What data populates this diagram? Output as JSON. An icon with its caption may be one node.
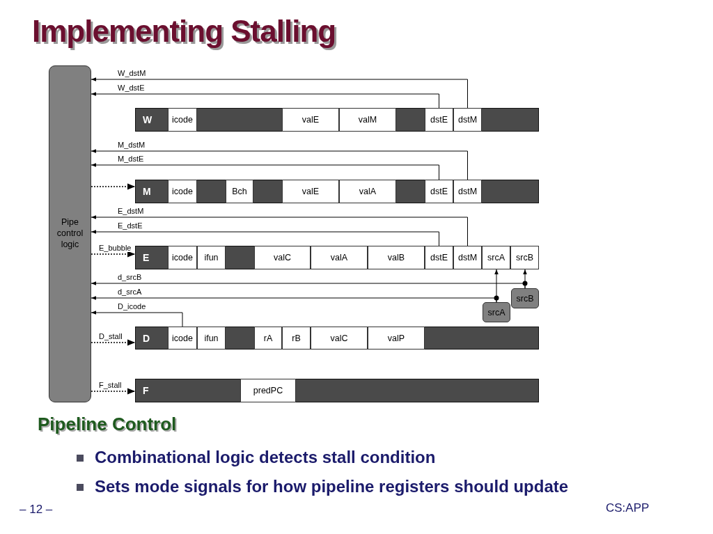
{
  "diagram": {
    "title": "Implementing Stalling",
    "nodes": [
      {
        "text": [
          "Pipe control logic"
        ]
      },
      {
        "text": [
          "W"
        ]
      },
      {
        "text": [
          "icode"
        ],
        "in": 1
      },
      {
        "text": [
          "valE"
        ],
        "in": 1
      },
      {
        "text": [
          "valM"
        ],
        "in": 1
      },
      {
        "text": [
          "dstE"
        ],
        "in": 1
      },
      {
        "text": [
          "dstM"
        ],
        "in": 1
      },
      {
        "text": [
          "M"
        ]
      },
      {
        "text": [
          "icode"
        ],
        "in": 7
      },
      {
        "text": [
          "Bch"
        ],
        "in": 7
      },
      {
        "text": [
          "valE"
        ],
        "in": 7
      },
      {
        "text": [
          "valA"
        ],
        "in": 7
      },
      {
        "text": [
          "dstE"
        ],
        "in": 7
      },
      {
        "text": [
          "dstM"
        ],
        "in": 7
      },
      {
        "text": [
          "E"
        ]
      },
      {
        "text": [
          "icode"
        ],
        "in": 14
      },
      {
        "text": [
          "ifun"
        ],
        "in": 14
      },
      {
        "text": [
          "valC"
        ],
        "in": 14
      },
      {
        "text": [
          "valA"
        ],
        "in": 14
      },
      {
        "text": [
          "valB"
        ],
        "in": 14
      },
      {
        "text": [
          "dstE"
        ],
        "in": 14
      },
      {
        "text": [
          "dstM"
        ],
        "in": 14
      },
      {
        "text": [
          "srcA"
        ],
        "in": 14
      },
      {
        "text": [
          "srcB"
        ],
        "in": 14
      },
      {
        "text": [
          "srcB"
        ]
      },
      {
        "text": [
          "srcA"
        ]
      },
      {
        "text": [
          "D"
        ]
      },
      {
        "text": [
          "icode"
        ],
        "in": 26
      },
      {
        "text": [
          "ifun"
        ],
        "in": 26
      },
      {
        "text": [
          "rA"
        ],
        "in": 26
      },
      {
        "text": [
          "rB"
        ],
        "in": 26
      },
      {
        "text": [
          "valC"
        ],
        "in": 26
      },
      {
        "text": [
          "valP"
        ],
        "in": 26
      },
      {
        "text": [
          "F"
        ]
      },
      {
        "text": [
          "predPC"
        ],
        "in": 33
      }
    ],
    "edges": [
      {
        "from": 6,
        "to": 0,
        "arrow": "to",
        "label": "W_dstM"
      },
      {
        "from": 5,
        "to": 0,
        "arrow": "to",
        "label": "W_dstE"
      },
      {
        "from": 13,
        "to": 0,
        "arrow": "to",
        "label": "M_dstM"
      },
      {
        "from": 12,
        "to": 0,
        "arrow": "to",
        "label": "M_dstE"
      },
      {
        "from": 0,
        "to": 7,
        "arrow": "to",
        "style": "dashed"
      },
      {
        "from": 21,
        "to": 0,
        "arrow": "to",
        "label": "E_dstM"
      },
      {
        "from": 20,
        "to": 0,
        "arrow": "to",
        "label": "E_dstE"
      },
      {
        "from": 0,
        "to": 14,
        "arrow": "to",
        "style": "dashed",
        "label": "E_bubble"
      },
      {
        "from": 24,
        "to": 0,
        "arrow": "to",
        "label": "d_srcB"
      },
      {
        "from": 24,
        "to": 23,
        "arrow": "to"
      },
      {
        "from": 25,
        "to": 0,
        "arrow": "to",
        "label": "d_srcA"
      },
      {
        "from": 25,
        "to": 22,
        "arrow": "to"
      },
      {
        "from": 27,
        "to": 0,
        "arrow": "to",
        "label": "D_icode"
      },
      {
        "from": 0,
        "to": 26,
        "arrow": "to",
        "style": "dashed",
        "label": "D_stall"
      },
      {
        "from": 0,
        "to": 33,
        "arrow": "to",
        "style": "dashed",
        "label": "F_stall"
      }
    ],
    "labels": [
      "Pipeline Control",
      "Combinational logic detects stall condition",
      "Sets mode signals for how pipeline registers should update",
      "– 12 –",
      "CS:APP"
    ]
  }
}
